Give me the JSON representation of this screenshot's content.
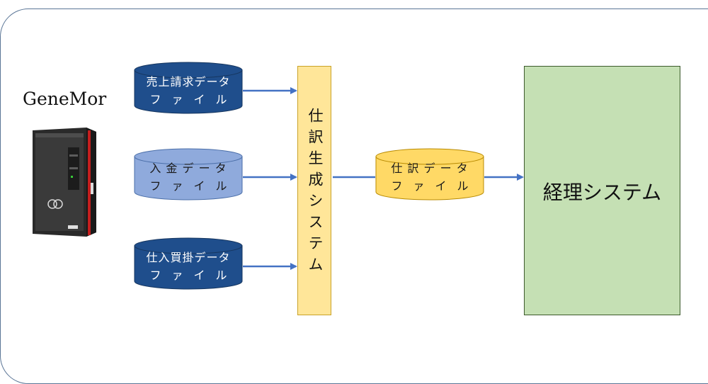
{
  "server": {
    "label": "GeneMor"
  },
  "inputs": [
    {
      "line1": "売上請求データ",
      "line2": "ファイル",
      "fill": "#1f4e8c",
      "text_color": "#ffffff"
    },
    {
      "line1": "入 金 デ ー タ",
      "line2": "ファイル",
      "fill": "#8faadc",
      "text_color": "#1a1a1a"
    },
    {
      "line1": "仕入買掛データ",
      "line2": "ファイル",
      "fill": "#1f4e8c",
      "text_color": "#ffffff"
    }
  ],
  "generator": {
    "label": "仕訳生成システム"
  },
  "output": {
    "line1": "仕 訳 デ ー タ",
    "line2": "ファイル",
    "fill": "#ffd966"
  },
  "accounting": {
    "label": "経理システム"
  },
  "colors": {
    "arrow": "#4472c4",
    "frame": "#5a7596",
    "generator_fill": "#ffe699",
    "accounting_fill": "#c5e0b4"
  }
}
